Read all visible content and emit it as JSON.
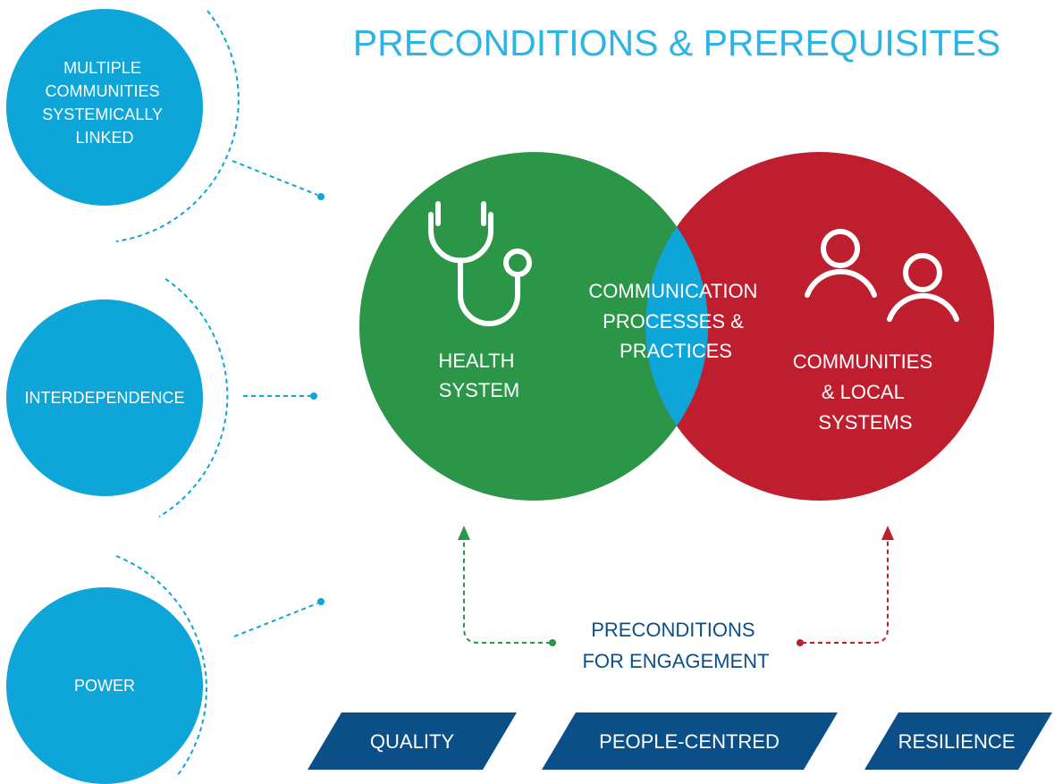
{
  "title": "PRECONDITIONS & PREREQUISITES",
  "left_circles": [
    {
      "lines": [
        "MULTIPLE",
        "COMMUNITIES",
        "SYSTEMICALLY",
        "LINKED"
      ]
    },
    {
      "lines": [
        "INTERDEPENDENCE"
      ]
    },
    {
      "lines": [
        "POWER"
      ]
    }
  ],
  "venn": {
    "health": {
      "lines": [
        "HEALTH",
        "SYSTEM"
      ],
      "icon": "stethoscope-icon"
    },
    "overlap": {
      "lines": [
        "COMMUNICATION",
        "PROCESSES &",
        "PRACTICES"
      ]
    },
    "communities": {
      "lines": [
        "COMMUNITIES",
        "& LOCAL",
        "SYSTEMS"
      ],
      "icon": "people-icon"
    }
  },
  "engagement": {
    "lines": [
      "PRECONDITIONS",
      "FOR ENGAGEMENT"
    ]
  },
  "banners": [
    "QUALITY",
    "PEOPLE-CENTRED",
    "RESILIENCE"
  ],
  "colors": {
    "light_blue": "#0ea5d9",
    "title_blue": "#2eb4e3",
    "green": "#2b9648",
    "red": "#be1e2d",
    "navy": "#0b4f88",
    "white": "#ffffff"
  }
}
